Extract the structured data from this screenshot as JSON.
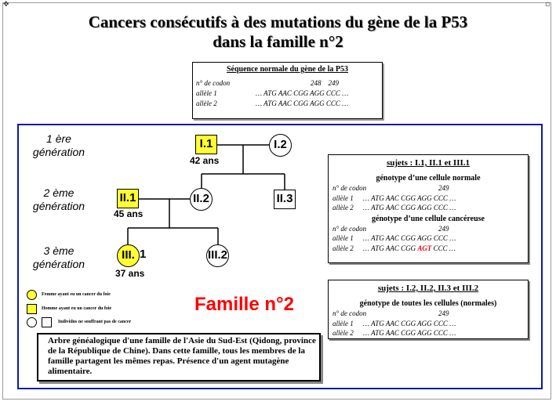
{
  "title": {
    "line1": "Cancers consécutifs à des mutations du gène de la P53",
    "line2": "dans la famille n°2"
  },
  "normal_sequence": {
    "header": "Séquence normale du gène de la P53",
    "codon_label": "n° de codon",
    "codon_numbers": "248    249",
    "allele1_label": "allèle 1",
    "allele1_seq": "… ATG AAC CGG AGG CCC …",
    "allele2_label": "allèle 2",
    "allele2_seq": "… ATG AAC CGG AGG CCC …"
  },
  "generations": {
    "g1": "1 ère\ngénération",
    "g2": "2 ème\ngénération",
    "g3": "3 ème\ngénération"
  },
  "individuals": {
    "i1": {
      "label": "I.1",
      "age": "42 ans"
    },
    "i2": {
      "label": "I.2"
    },
    "ii1": {
      "label": "II.1",
      "age": "45 ans"
    },
    "ii2": {
      "label": "II.2"
    },
    "ii3": {
      "label": "II.3"
    },
    "iii1": {
      "label": "III.",
      "label_suffix": "1",
      "age": "37 ans"
    },
    "iii2": {
      "label": "III.2"
    }
  },
  "legend": {
    "woman": "Femme ayant eu un cancer du foie",
    "man": "Homme ayant eu un cancer du foie",
    "healthy": "Individus ne souffrant pas de cancer"
  },
  "family_label": "Famille n°2",
  "description": "Arbre généalogique d'une famille de l'Asie du Sud-Est (Qidong, province de la République de Chine). Dans cette famille, tous les membres de la famille partagent les mêmes repas. Présence d'un agent mutagène alimentaire.",
  "subjects_affected": {
    "header": "sujets : I.1,  II.1 et III.1",
    "normal_title": "génotype d’une cellule normale",
    "normal_codon_label": "n° de codon",
    "normal_codon_number": "249",
    "normal_a1_label": "allèle 1",
    "normal_a1_seq": "… ATG AAC CGG AGG CCC …",
    "normal_a2_label": "allèle 2",
    "normal_a2_seq": "… ATG AAC CGG AGG CCC …",
    "cancer_title": "génotype d’une cellule cancéreuse",
    "cancer_codon_label": "n° de codon",
    "cancer_codon_number": "249",
    "cancer_a1_label": "allèle 1",
    "cancer_a1_seq": "… ATG AAC CGG AGG CCC …",
    "cancer_a2_label": "allèle 2",
    "cancer_a2_seq_before": "… ATG AAC CGG ",
    "cancer_a2_mutation": "AGT",
    "cancer_a2_seq_after": " CCC …"
  },
  "subjects_healthy": {
    "header": "sujets : I.2,  II.2, II.3 et III.2",
    "title": "génotype de toutes les cellules (normales)",
    "codon_label": "n° de codon",
    "codon_number": "249",
    "a1_label": "allèle 1",
    "a1_seq": "… ATG AAC CGG AGG CCC …",
    "a2_label": "allèle 2",
    "a2_seq": "… ATG AAC CGG AGG CCC …"
  },
  "colors": {
    "affected": "#ffff33",
    "main_frame": "#0a1aa8",
    "mutation": "#ff0000",
    "family_label": "#ff0000"
  },
  "icons": {
    "top_left": "pin-icon",
    "top_right": "resize-handle-icon"
  }
}
